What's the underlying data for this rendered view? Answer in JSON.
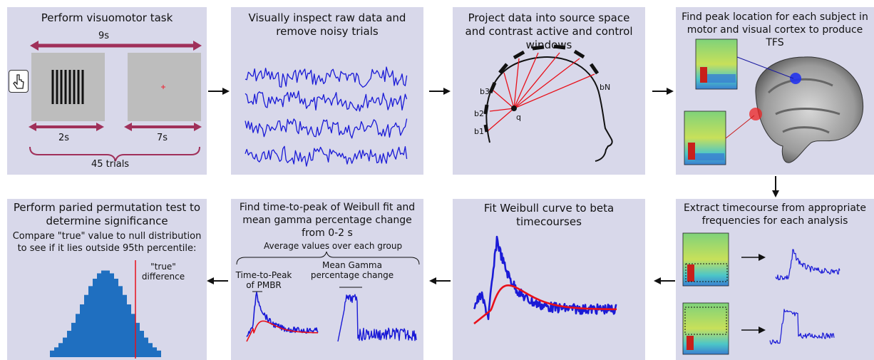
{
  "panels": {
    "p1": {
      "title": "Perform visuomotor task",
      "label_total": "9s",
      "label_stim": "2s",
      "label_rest": "7s",
      "label_trials": "45 trials"
    },
    "p2": {
      "title": "Visually inspect raw data and remove noisy trials"
    },
    "p3": {
      "title": "Project data into source space and contrast active and control windows",
      "labels": [
        "b",
        "3",
        "b",
        "2",
        "b",
        "1",
        "q",
        "b",
        "N"
      ]
    },
    "p4": {
      "title": "Find peak location for each subject in motor and visual cortex to produce TFS"
    },
    "p5": {
      "title": "Extract timecourse from appropriate frequencies for each analysis"
    },
    "p6": {
      "title": "Fit Weibull curve to beta timecourses"
    },
    "p7": {
      "title": "Find time-to-peak of Weibull fit and mean gamma percentage change from 0-2 s",
      "subtitle": "Average values over each group",
      "label_ttp": "Time-to-Peak of PMBR",
      "label_gamma": "Mean Gamma percentage change"
    },
    "p8": {
      "title": "Perform paried permutation test to determine significance",
      "subtitle": "Compare \"true\" value to null distribution to see if it lies outside 95th percentile:",
      "label_true": "\"true\" difference"
    }
  },
  "labels_b": {
    "b3": "b3",
    "b2": "b2",
    "b1": "b1",
    "bN": "bN",
    "q": "q"
  },
  "colors": {
    "panel_bg": "#d8d8ea",
    "signal_blue": "#1a1ad6",
    "fit_red": "#e8101a",
    "timeline_magenta": "#a0305a",
    "hist_blue": "#1f6fc0"
  }
}
